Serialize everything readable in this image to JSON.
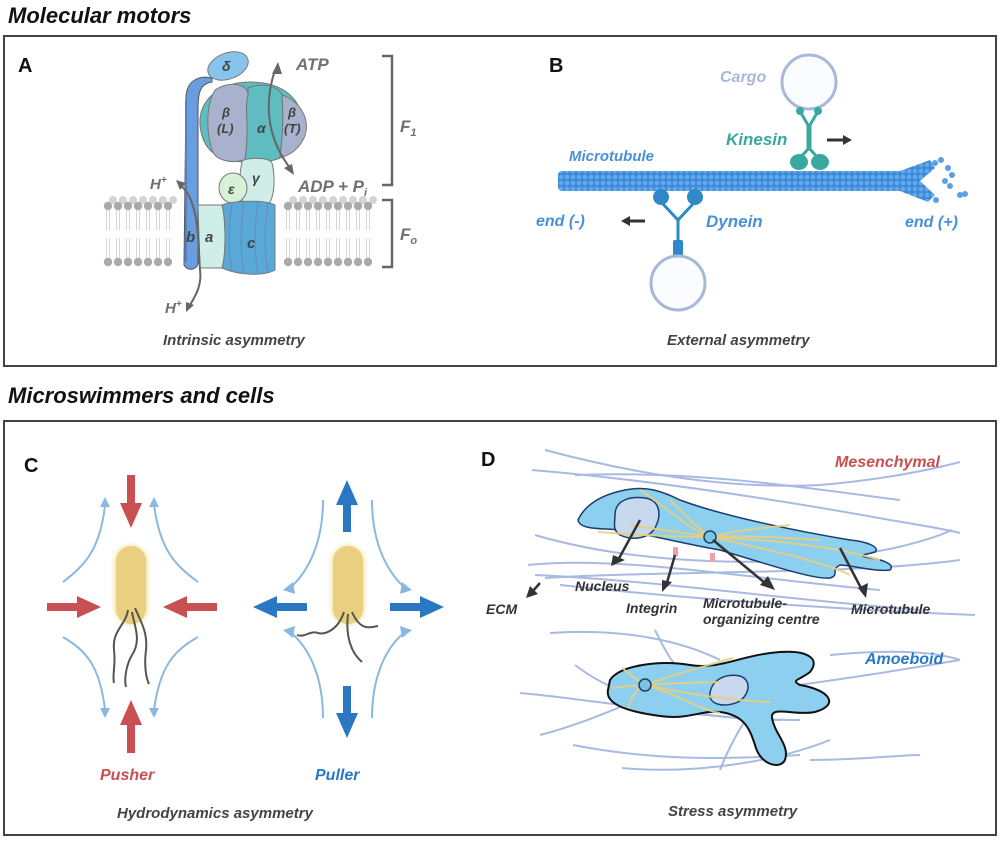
{
  "sections": {
    "molecular_motors": {
      "title": "Molecular motors"
    },
    "microswimmers": {
      "title": "Microswimmers and cells"
    }
  },
  "panels": {
    "A": {
      "letter": "A",
      "caption": "Intrinsic asymmetry",
      "labels": {
        "delta": "δ",
        "beta_l_1": "β",
        "beta_l_2": "(L)",
        "alpha": "α",
        "beta_t_1": "β",
        "beta_t_2": "(T)",
        "epsilon": "ε",
        "gamma": "γ",
        "b": "b",
        "a": "a",
        "c": "c",
        "atp": "ATP",
        "adp": "ADP + P",
        "adp_sub": "i",
        "h_top": "H",
        "h_bottom": "H",
        "h_sup": "+",
        "f1": "F",
        "f1_sub": "1",
        "fo": "F",
        "fo_sub": "o"
      }
    },
    "B": {
      "letter": "B",
      "caption": "External asymmetry",
      "labels": {
        "cargo": "Cargo",
        "kinesin": "Kinesin",
        "microtubule": "Microtubule",
        "dynein": "Dynein",
        "end_minus": "end (-)",
        "end_plus": "end (+)"
      }
    },
    "C": {
      "letter": "C",
      "caption": "Hydrodynamics asymmetry",
      "labels": {
        "pusher": "Pusher",
        "puller": "Puller"
      }
    },
    "D": {
      "letter": "D",
      "caption": "Stress asymmetry",
      "labels": {
        "mesenchymal": "Mesenchymal",
        "amoeboid": "Amoeboid",
        "nucleus": "Nucleus",
        "ecm": "ECM",
        "integrin": "Integrin",
        "mtoc_1": "Microtubule-",
        "mtoc_2": "organizing centre",
        "microtubule": "Microtubule"
      }
    }
  },
  "colors": {
    "pusher_red": "#c85050",
    "puller_blue": "#2a78c4",
    "flow_light_blue": "#8ab8e0",
    "bacterium_yellow": "#e8d080",
    "microtubule_blue": "#4a90d8",
    "kinesin_teal": "#3aa8a0",
    "cargo_grey_blue": "#a8b8d8",
    "cell_blue": "#8ccfee",
    "ecm_fiber": "#9fb2df",
    "label_grey": "#707070"
  }
}
